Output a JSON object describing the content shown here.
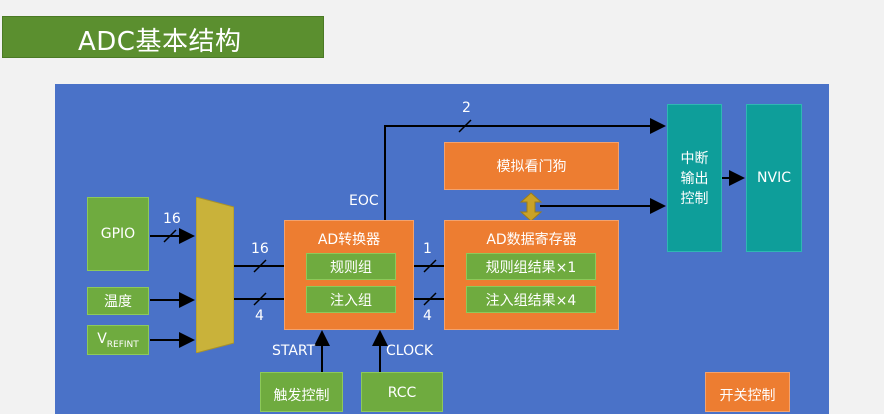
{
  "title": "ADC基本结构",
  "inputs": {
    "gpio": "GPIO",
    "temperature": "温度",
    "vrefint_main": "V",
    "vrefint_sub": "REFINT"
  },
  "converter": {
    "title": "AD转换器",
    "regular_group": "规则组",
    "injected_group": "注入组"
  },
  "data_register": {
    "title": "AD数据寄存器",
    "regular_result": "规则组结果×1",
    "injected_result": "注入组结果×4"
  },
  "watchdog": "模拟看门狗",
  "interrupt": {
    "line1": "中断",
    "line2": "输出",
    "line3": "控制"
  },
  "nvic": "NVIC",
  "trigger_control": "触发控制",
  "rcc": "RCC",
  "switch_control": "开关控制",
  "labels": {
    "sixteen_in": "16",
    "sixteen_mux": "16",
    "four_mux": "4",
    "one": "1",
    "four_out": "4",
    "two": "2",
    "eoc": "EOC",
    "start": "START",
    "clock": "CLOCK"
  }
}
